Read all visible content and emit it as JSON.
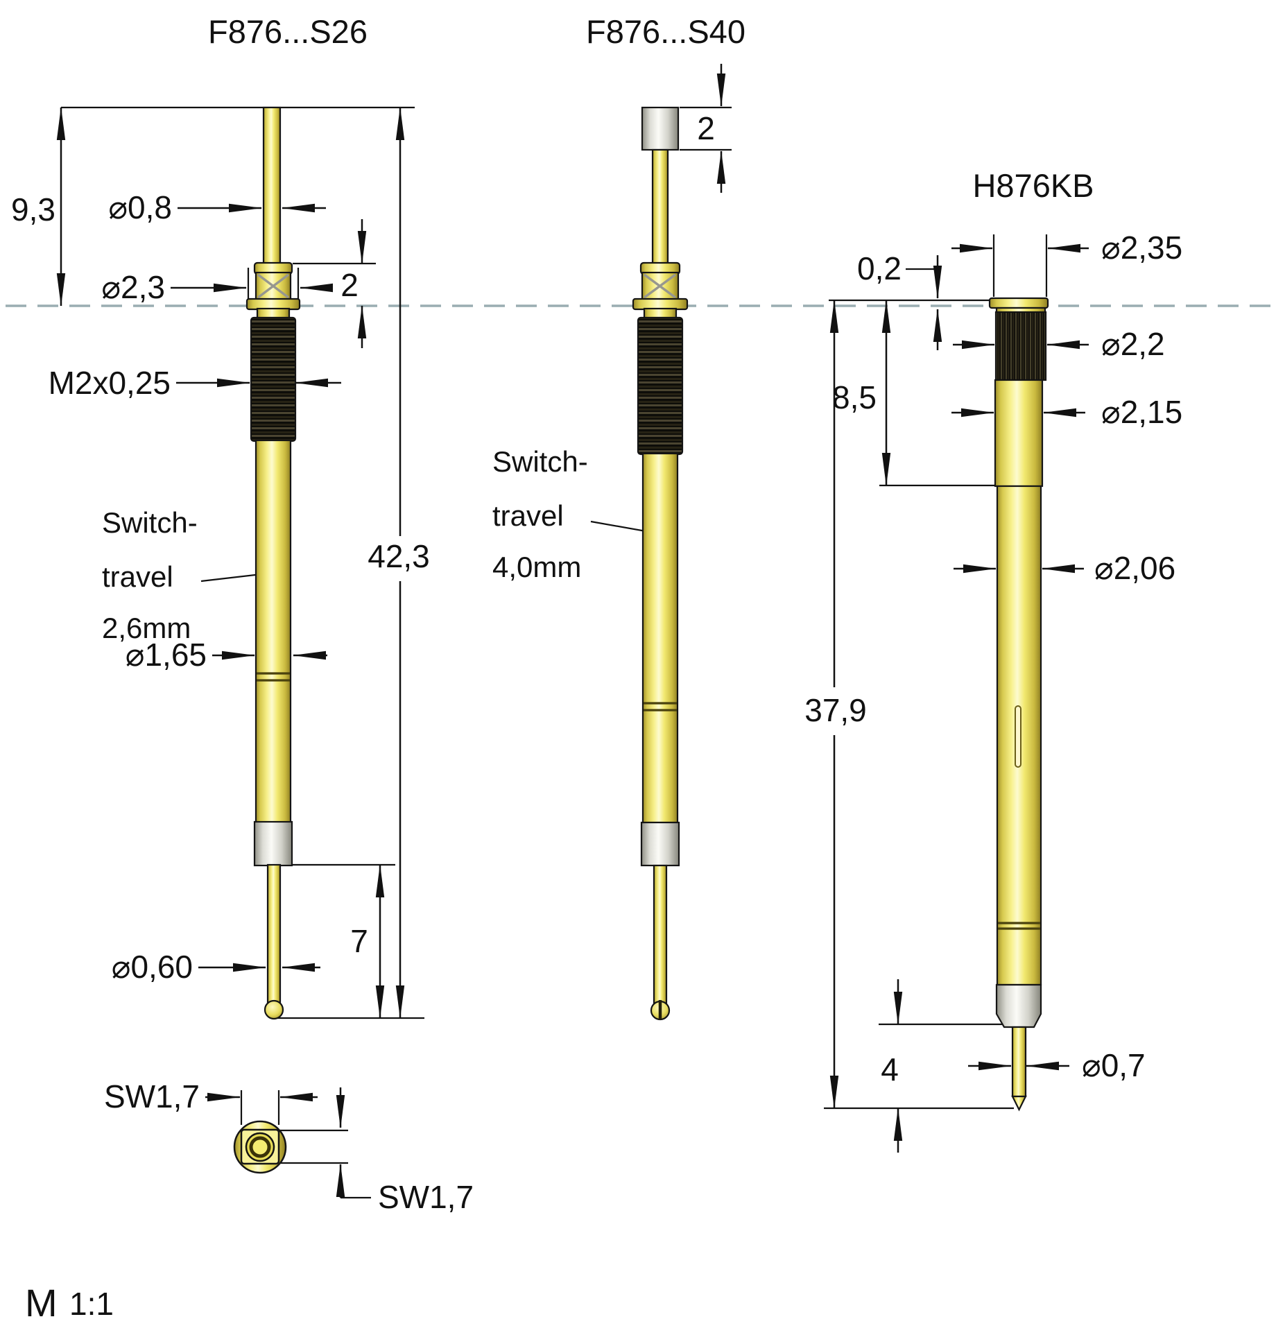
{
  "s26": {
    "title": "F876...S26",
    "len_above": "9,3",
    "dia_tip": "⌀0,8",
    "dia_hex": "⌀2,3",
    "hex_len": "2",
    "thread": "M2x0,25",
    "travel": [
      "Switch-",
      "travel",
      "2,6mm"
    ],
    "dia_barrel": "⌀1,65",
    "total_len": "42,3",
    "dia_pin": "⌀0,60",
    "pin_len": "7"
  },
  "s40": {
    "title": "F876...S40",
    "cap_len": "2",
    "travel": [
      "Switch-",
      "travel",
      "4,0mm"
    ]
  },
  "h": {
    "title": "H876KB",
    "lip": "0,2",
    "dia_flange": "⌀2,35",
    "dia_knurl": "⌀2,2",
    "dia_body": "⌀2,15",
    "press_depth": "8,5",
    "dia_shaft": "⌀2,06",
    "total_len": "37,9",
    "tip_len": "4",
    "dia_tip": "⌀0,7"
  },
  "end_view": {
    "sw_top": "SW1,7",
    "sw_bottom": "SW1,7"
  },
  "scale": {
    "m": "M",
    "ratio": "1:1"
  },
  "colors": {
    "gold": "#f2e96f",
    "gold_edge": "#9f8f2a",
    "silver": "#d9d9d2",
    "thread_black": "#151510",
    "centerline_gray": "#9aadb2"
  }
}
